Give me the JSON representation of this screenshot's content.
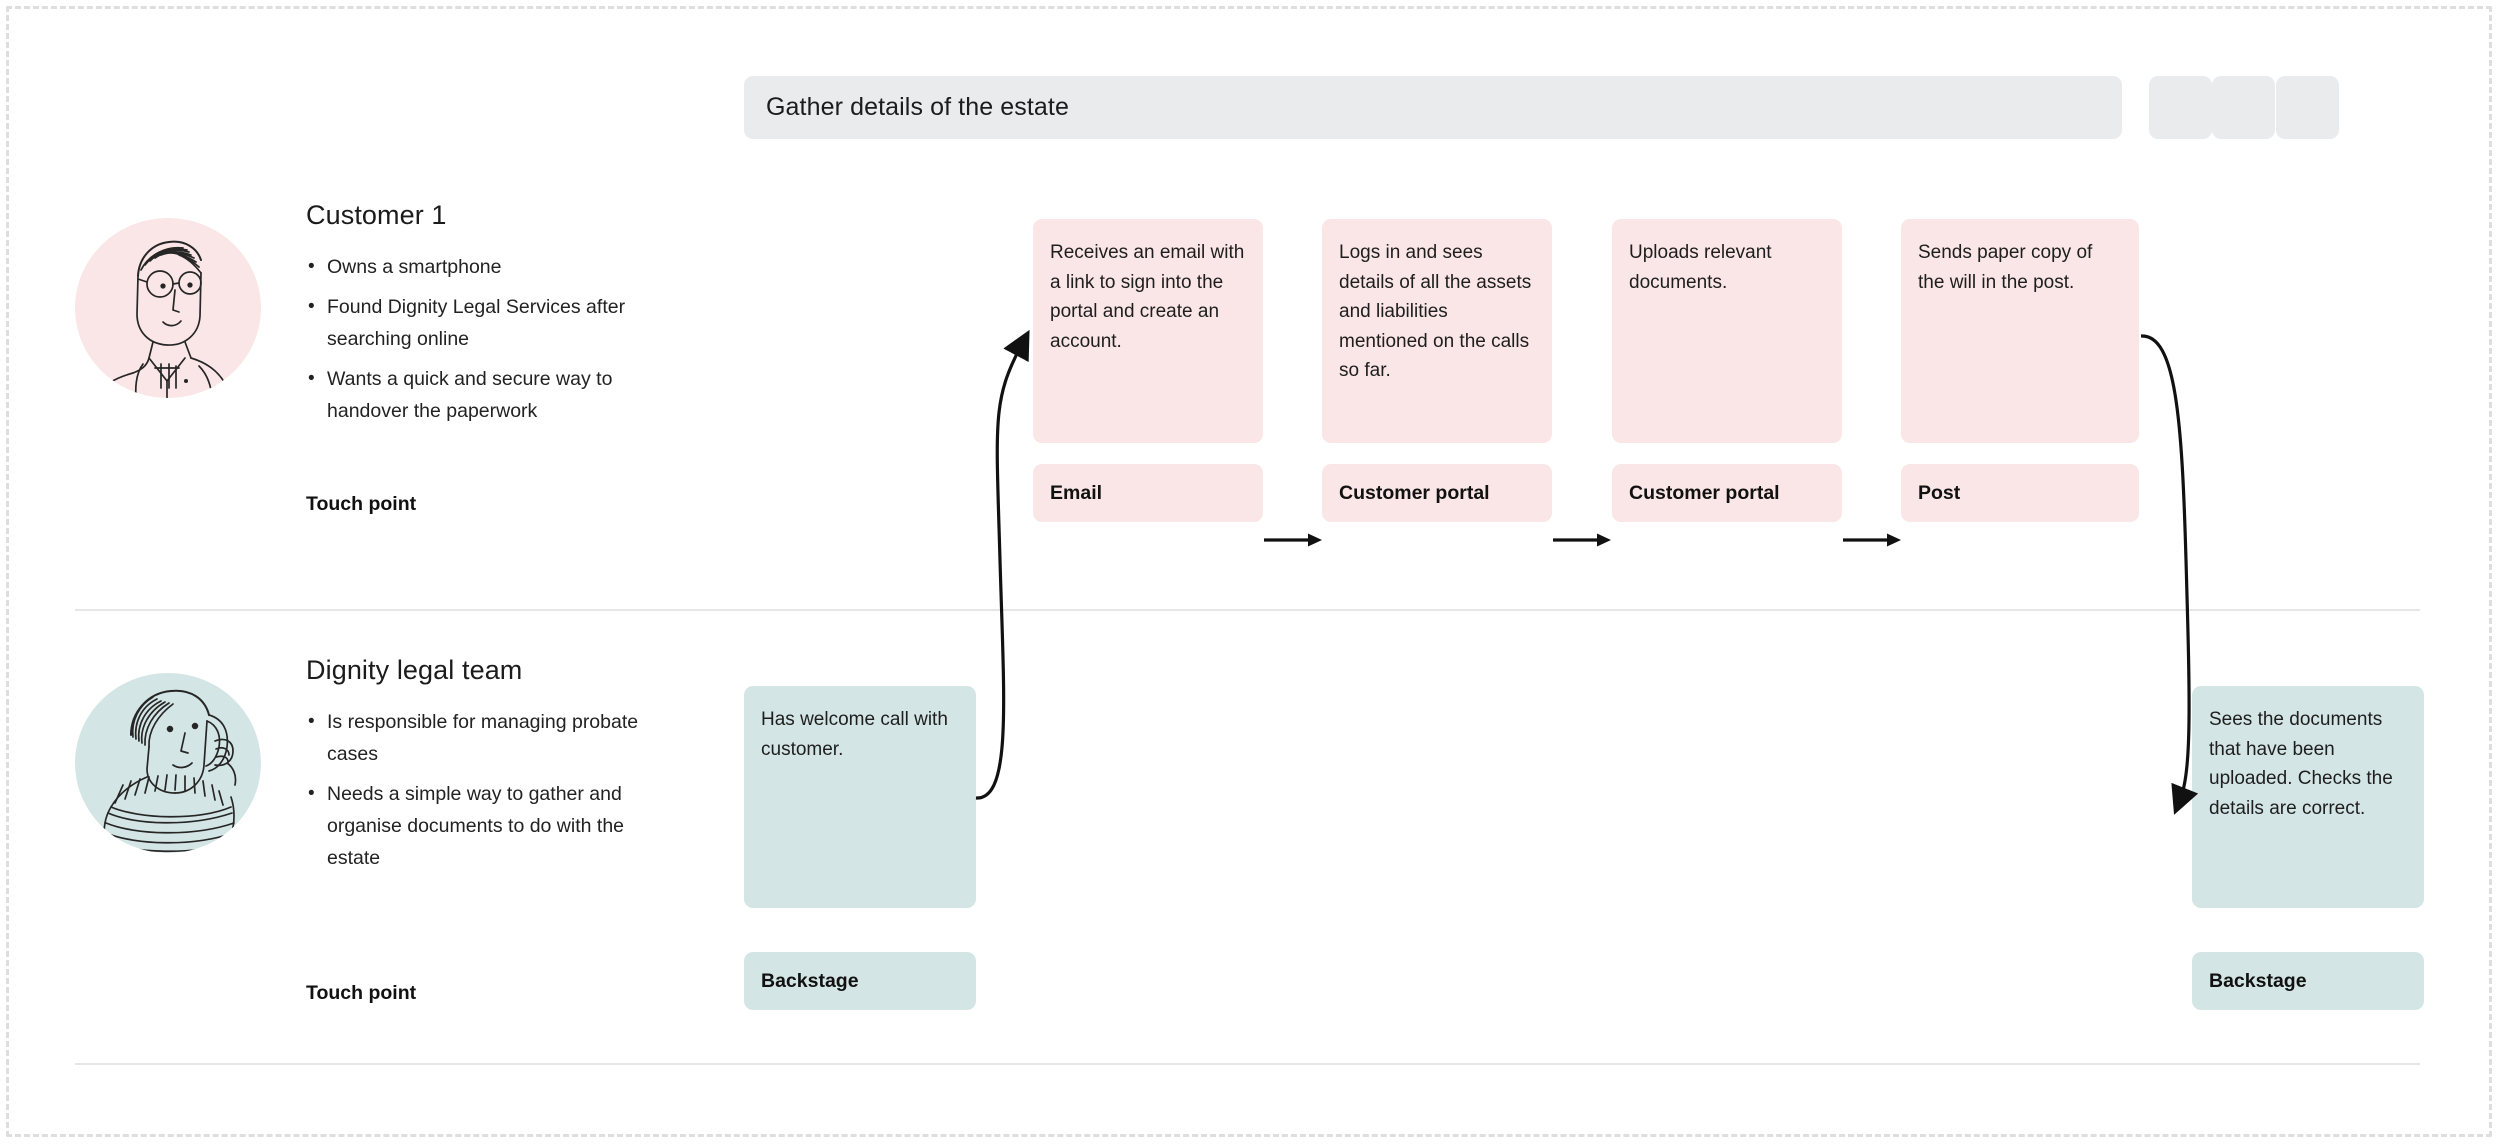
{
  "board": {
    "frame_style": "dashed"
  },
  "header": {
    "phase_title": "Gather details of the estate",
    "placeholders": [
      "",
      "",
      ""
    ]
  },
  "lanes": [
    {
      "id": "customer",
      "persona": {
        "name": "Customer 1",
        "avatar_icon": "person-with-glasses-avatar",
        "bullets": [
          "Owns a smartphone",
          "Found Dignity Legal Services after searching online",
          "Wants a quick and secure way to handover the paperwork"
        ],
        "touchpoint_label": "Touch point"
      },
      "accent_color": "#fae6e6",
      "steps": [
        {
          "text": "Receives an email with a link to sign into the portal and create an account.",
          "touchpoint": "Email"
        },
        {
          "text": "Logs in and sees details of all the assets and liabilities mentioned on the calls so far.",
          "touchpoint": "Customer portal"
        },
        {
          "text": "Uploads relevant documents.",
          "touchpoint": "Customer portal"
        },
        {
          "text": "Sends paper copy of the will in the post.",
          "touchpoint": "Post"
        }
      ]
    },
    {
      "id": "team",
      "persona": {
        "name": "Dignity legal team",
        "avatar_icon": "person-on-phone-call-avatar",
        "bullets": [
          "Is responsible for managing probate cases",
          "Needs a simple way to gather and organise documents to do with the estate"
        ],
        "touchpoint_label": "Touch point"
      },
      "accent_color": "#d4e5e5",
      "steps": [
        {
          "text": "Has welcome call with customer.",
          "touchpoint": "Backstage"
        },
        {
          "text": "Sees the documents that have been uploaded. Checks the details are correct.",
          "touchpoint": "Backstage"
        }
      ]
    }
  ],
  "connectors": [
    {
      "name": "team-step-1-to-customer-step-1",
      "style": "curved-arrow"
    },
    {
      "name": "customer-step-4-to-team-step-2",
      "style": "curved-arrow"
    },
    {
      "name": "customer-step-1-to-2",
      "style": "straight-arrow"
    },
    {
      "name": "customer-step-2-to-3",
      "style": "straight-arrow"
    },
    {
      "name": "customer-step-3-to-4",
      "style": "straight-arrow"
    }
  ],
  "colors": {
    "pink": "#fae6e6",
    "teal": "#d4e5e5",
    "header_grey": "#eaebed",
    "divider": "#e6e6e6",
    "frame_dash": "#dcdee0"
  }
}
